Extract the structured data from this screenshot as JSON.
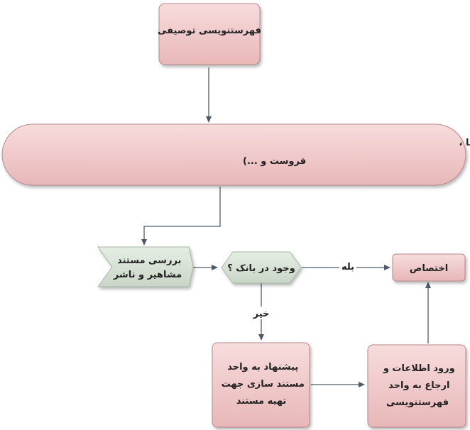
{
  "nodes": {
    "cataloging": {
      "lines": [
        "فهرستنویسی توصیفی"
      ]
    },
    "record": {
      "lines": [
        "تهیه رکورد کتابشناسی توصیفی شامل نواحی (عناوین شرح پدید آوران ،ناحیه نشر ، یادداشتها ،",
        "فروست و ...)"
      ]
    },
    "check_docs": {
      "lines": [
        "بررسی مستند",
        "مشاهیر و ناشر"
      ]
    },
    "in_bank": {
      "lines": [
        "وجود در بانک ؟"
      ]
    },
    "allocate": {
      "lines": [
        "اختصاص"
      ]
    },
    "suggest": {
      "lines": [
        "پیشنهاد به واحد",
        "مستند سازی جهت",
        "تهیه مستند"
      ]
    },
    "enter_info": {
      "lines": [
        "ورود اطلاعات و",
        "ارجاع به واحد",
        "فهرستنویسی"
      ]
    }
  },
  "edges": {
    "yes_label": "بله",
    "no_label": "خیر"
  },
  "colors": {
    "pink_fill": "#f2c9c9",
    "pink_border": "#b98a8e",
    "green_fill": "#d9e3d7",
    "connector": "#4e5a6b"
  }
}
